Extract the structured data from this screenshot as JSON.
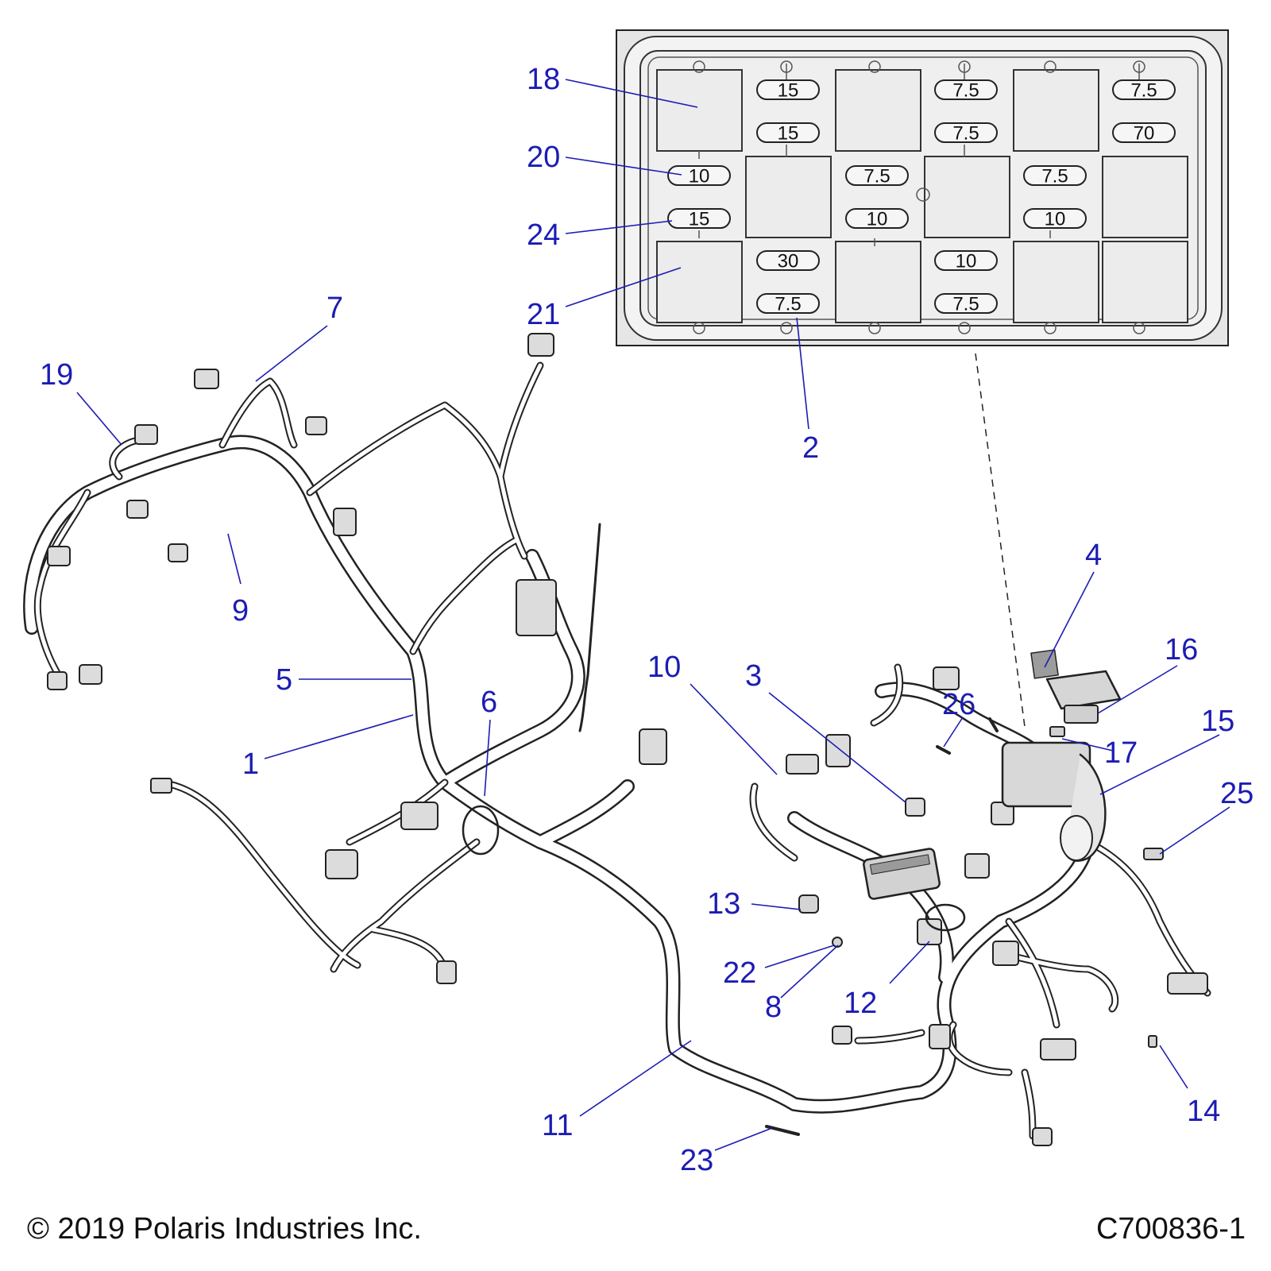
{
  "fuse_panel": {
    "fuses": [
      {
        "id": "f1",
        "label": "15"
      },
      {
        "id": "f2",
        "label": "15"
      },
      {
        "id": "f3",
        "label": "7.5"
      },
      {
        "id": "f4",
        "label": "7.5"
      },
      {
        "id": "f5",
        "label": "7.5"
      },
      {
        "id": "f6",
        "label": "70"
      },
      {
        "id": "f7",
        "label": "10"
      },
      {
        "id": "f8",
        "label": "15"
      },
      {
        "id": "f9",
        "label": "7.5"
      },
      {
        "id": "f10",
        "label": "10"
      },
      {
        "id": "f11",
        "label": "7.5"
      },
      {
        "id": "f12",
        "label": "10"
      },
      {
        "id": "f13",
        "label": "30"
      },
      {
        "id": "f14",
        "label": "7.5"
      },
      {
        "id": "f15",
        "label": "10"
      },
      {
        "id": "f16",
        "label": "7.5"
      }
    ]
  },
  "callouts": [
    {
      "id": "c18",
      "label": "18"
    },
    {
      "id": "c20",
      "label": "20"
    },
    {
      "id": "c24",
      "label": "24"
    },
    {
      "id": "c21",
      "label": "21"
    },
    {
      "id": "c2",
      "label": "2"
    },
    {
      "id": "c7",
      "label": "7"
    },
    {
      "id": "c19",
      "label": "19"
    },
    {
      "id": "c9",
      "label": "9"
    },
    {
      "id": "c5",
      "label": "5"
    },
    {
      "id": "c1",
      "label": "1"
    },
    {
      "id": "c6",
      "label": "6"
    },
    {
      "id": "c10",
      "label": "10"
    },
    {
      "id": "c3",
      "label": "3"
    },
    {
      "id": "c26",
      "label": "26"
    },
    {
      "id": "c4",
      "label": "4"
    },
    {
      "id": "c16",
      "label": "16"
    },
    {
      "id": "c15",
      "label": "15"
    },
    {
      "id": "c17",
      "label": "17"
    },
    {
      "id": "c25",
      "label": "25"
    },
    {
      "id": "c13",
      "label": "13"
    },
    {
      "id": "c22",
      "label": "22"
    },
    {
      "id": "c8",
      "label": "8"
    },
    {
      "id": "c12",
      "label": "12"
    },
    {
      "id": "c11",
      "label": "11"
    },
    {
      "id": "c23",
      "label": "23"
    },
    {
      "id": "c14",
      "label": "14"
    }
  ],
  "footer": {
    "copyright": "© 2019 Polaris Industries Inc.",
    "drawing_id": "C700836-1"
  },
  "colors": {
    "callout": "#1c1cb4",
    "line": "#222222",
    "panel_fill": "#ececec"
  }
}
